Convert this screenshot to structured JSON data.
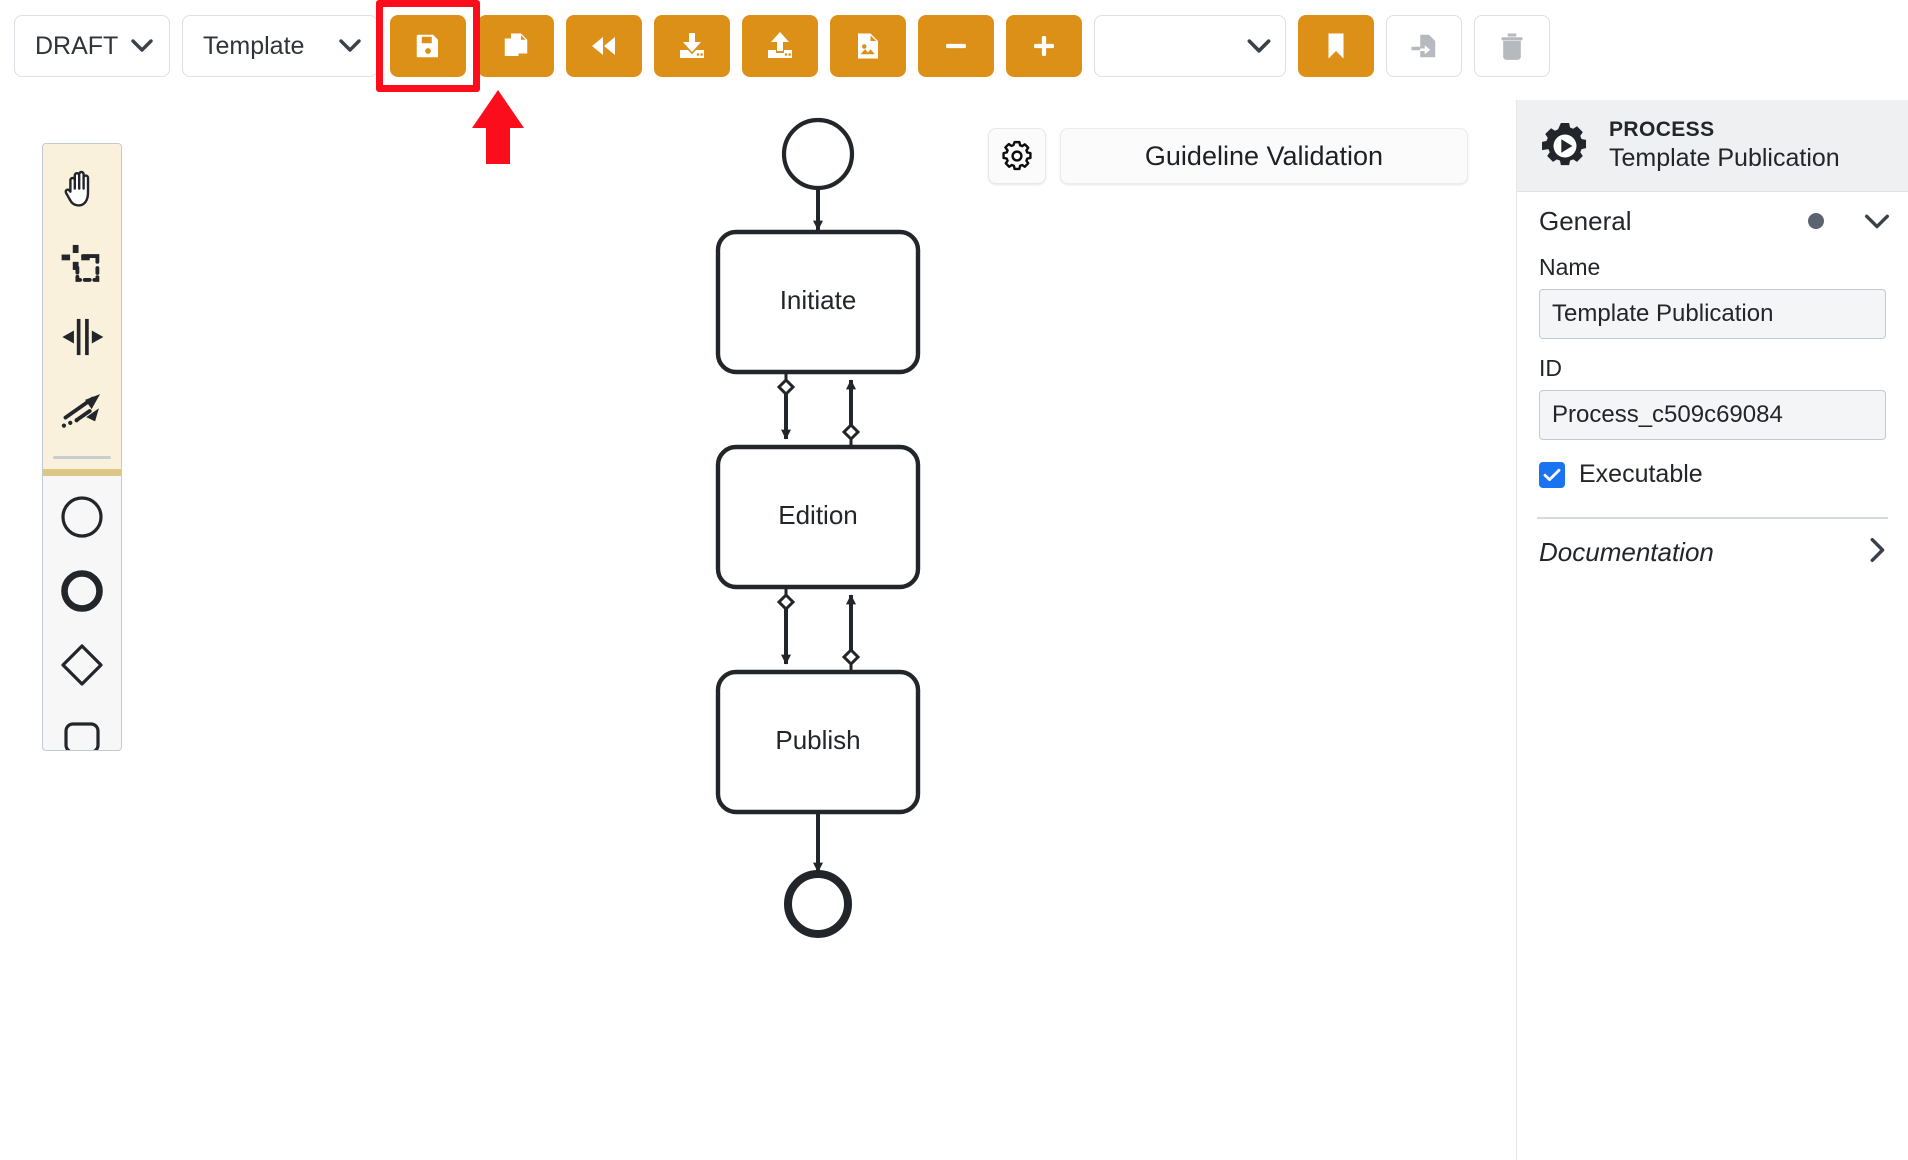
{
  "toolbar": {
    "status_select": {
      "value": "DRAFT",
      "icon": "chevron-down-icon"
    },
    "type_select": {
      "value": "Template",
      "icon": "chevron-down-icon"
    },
    "version_select": {
      "value": "",
      "icon": "chevron-down-icon"
    },
    "buttons": [
      {
        "name": "save-button",
        "icon": "floppy-disk-save-icon",
        "style": "orange",
        "highlighted": true
      },
      {
        "name": "copy-button",
        "icon": "copy-pages-icon",
        "style": "orange"
      },
      {
        "name": "rewind-button",
        "icon": "rewind-double-arrow-left-icon",
        "style": "orange"
      },
      {
        "name": "import-button",
        "icon": "download-tray-icon",
        "style": "orange"
      },
      {
        "name": "export-button",
        "icon": "upload-tray-icon",
        "style": "orange"
      },
      {
        "name": "export-image-button",
        "icon": "image-file-icon",
        "style": "orange"
      },
      {
        "name": "zoom-out-button",
        "icon": "minus-icon",
        "style": "orange"
      },
      {
        "name": "zoom-in-button",
        "icon": "plus-icon",
        "style": "orange"
      },
      {
        "name": "bookmark-button",
        "icon": "bookmark-icon",
        "style": "orange"
      },
      {
        "name": "deploy-button",
        "icon": "file-arrow-in-icon",
        "style": "ghost"
      },
      {
        "name": "delete-button",
        "icon": "trash-can-icon",
        "style": "ghost"
      }
    ]
  },
  "annotation": {
    "highlight_color": "#fc0d1b",
    "target": "save-button",
    "arrow": "red-up-arrow"
  },
  "palette": {
    "tools": [
      {
        "name": "hand-tool",
        "icon": "hand-icon"
      },
      {
        "name": "lasso-tool",
        "icon": "lasso-select-icon"
      },
      {
        "name": "space-tool",
        "icon": "space-tool-icon"
      },
      {
        "name": "global-connect-tool",
        "icon": "connect-arrows-icon"
      }
    ],
    "shapes": [
      {
        "name": "create-start-event",
        "icon": "start-event-circle-icon"
      },
      {
        "name": "create-end-event",
        "icon": "end-event-thick-circle-icon"
      },
      {
        "name": "create-gateway",
        "icon": "gateway-diamond-icon"
      },
      {
        "name": "create-task",
        "icon": "task-rounded-rect-icon"
      }
    ]
  },
  "validation": {
    "gear_icon": "gear-icon",
    "chip_label": "Guideline Validation"
  },
  "diagram": {
    "start_event": {
      "label": "",
      "shape": "start-event"
    },
    "tasks": [
      {
        "id": "task-initiate",
        "label": "Initiate"
      },
      {
        "id": "task-edition",
        "label": "Edition"
      },
      {
        "id": "task-publish",
        "label": "Publish"
      }
    ],
    "end_event": {
      "label": "",
      "shape": "end-event"
    },
    "flows": [
      {
        "from": "start-event",
        "to": "task-initiate",
        "type": "sequence"
      },
      {
        "from": "task-initiate",
        "to": "task-edition",
        "type": "conditional"
      },
      {
        "from": "task-edition",
        "to": "task-initiate",
        "type": "conditional"
      },
      {
        "from": "task-edition",
        "to": "task-publish",
        "type": "conditional"
      },
      {
        "from": "task-publish",
        "to": "task-edition",
        "type": "conditional"
      },
      {
        "from": "task-publish",
        "to": "end-event",
        "type": "sequence"
      }
    ]
  },
  "properties": {
    "header": {
      "icon": "process-gear-play-icon",
      "kind": "PROCESS",
      "title": "Template Publication"
    },
    "general": {
      "group_label": "General",
      "expanded": true,
      "marker_color": "#5b6370",
      "chevron": "chevron-down-icon",
      "name_label": "Name",
      "name_value": "Template Publication",
      "id_label": "ID",
      "id_value": "Process_c509c69084",
      "executable_label": "Executable",
      "executable_checked": true,
      "checkbox_color": "#1a73f0"
    },
    "documentation": {
      "label": "Documentation",
      "chevron": "chevron-right-icon"
    }
  },
  "theme": {
    "accent_orange": "#dd9018",
    "palette_active_bg": "#faf1dd",
    "panel_header_bg": "#eef0f2",
    "stroke_dark": "#22262b"
  }
}
